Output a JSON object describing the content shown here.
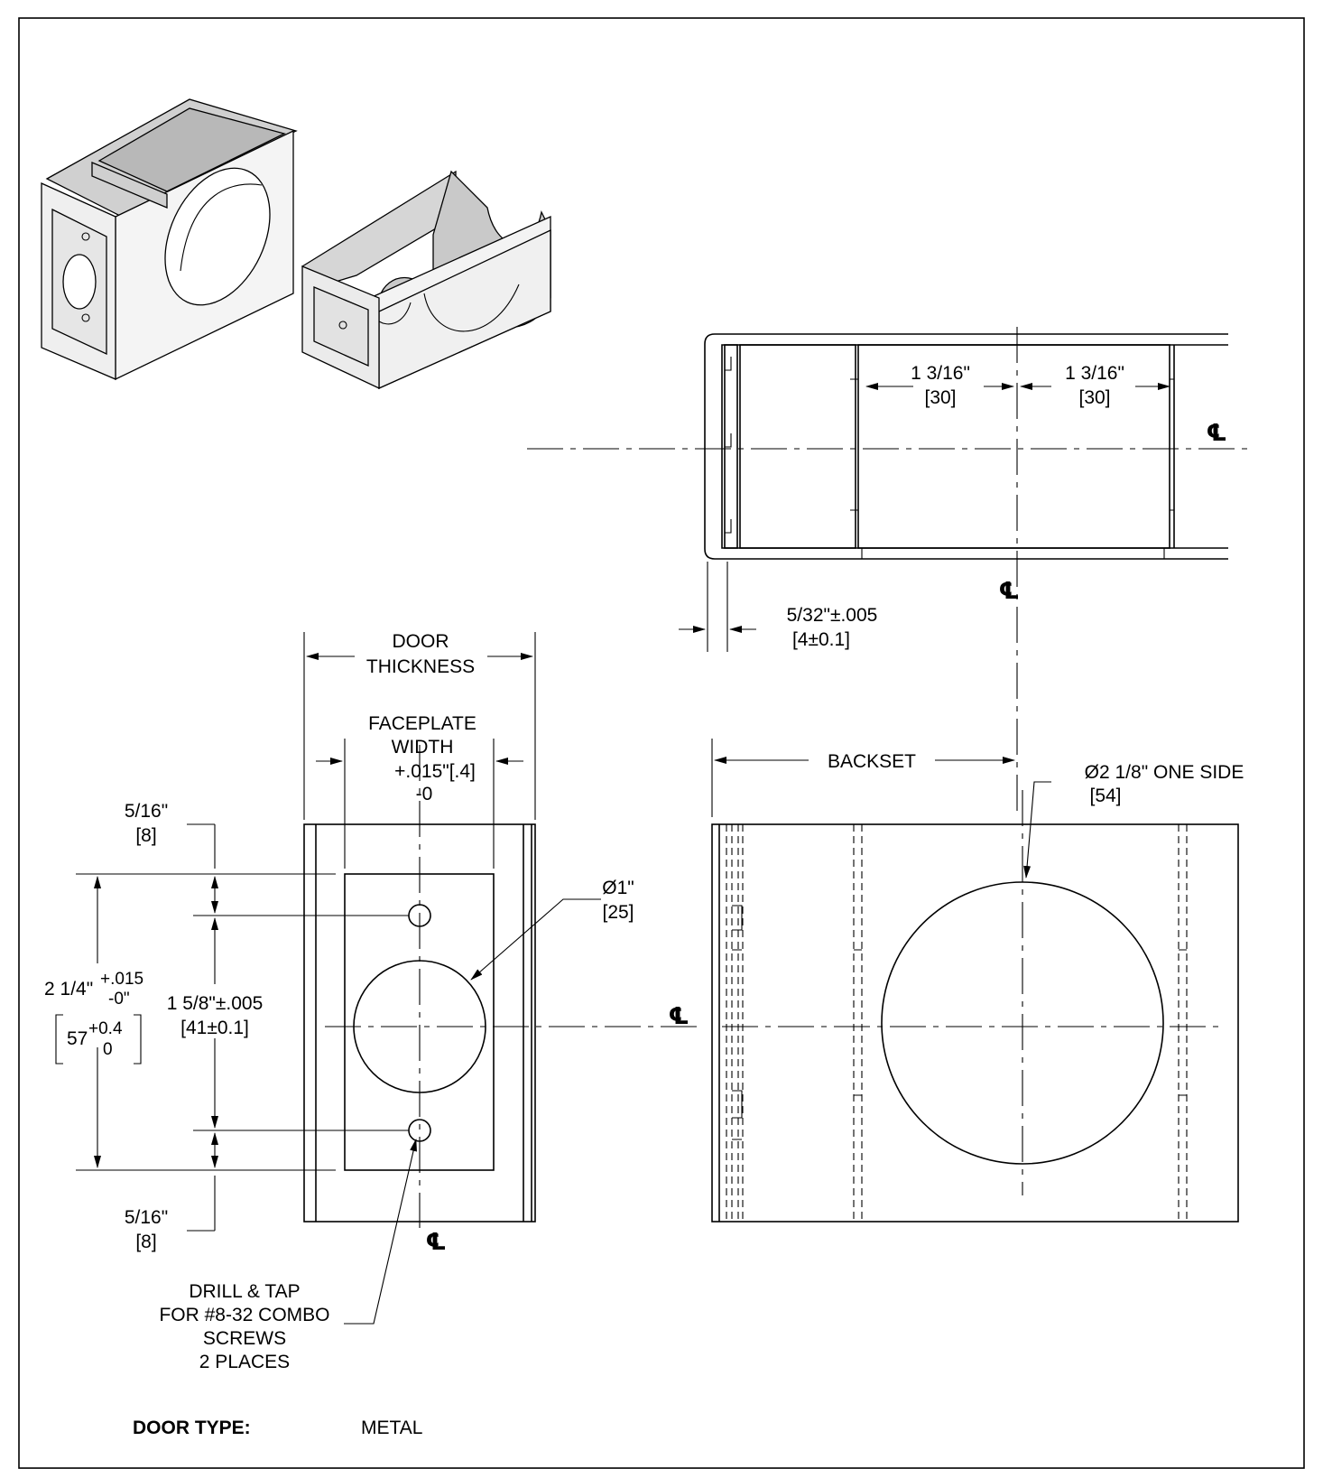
{
  "dimensions": {
    "rib_left": "1 3/16\"",
    "rib_left_mm": "[30]",
    "rib_right": "1 3/16\"",
    "rib_right_mm": "[30]",
    "wall": "5/32\"±.005",
    "wall_mm": "[4±0.1]",
    "door_thickness_1": "DOOR",
    "door_thickness_2": "THICKNESS",
    "faceplate_1": "FACEPLATE",
    "faceplate_2": "WIDTH",
    "faceplate_tol_plus": "+.015\"[.4]",
    "faceplate_tol_minus": "-0",
    "backset": "BACKSET",
    "bore_dia": "Ø2 1/8\" ONE SIDE",
    "bore_dia_mm": "[54]",
    "hole_dia": "Ø1\"",
    "hole_dia_mm": "[25]",
    "top_offset": "5/16\"",
    "top_offset_mm": "[8]",
    "bottom_offset": "5/16\"",
    "bottom_offset_mm": "[8]",
    "height_main": "2 1/4\"",
    "height_tol_plus": "+.015",
    "height_tol_minus": "-0\"",
    "height_mm": "57",
    "height_mm_plus": "+0.4",
    "height_mm_minus": "0",
    "screw_spacing": "1 5/8\"±.005",
    "screw_spacing_mm": "[41±0.1]",
    "centerline": "℄"
  },
  "note": {
    "line1": "DRILL & TAP",
    "line2": "FOR #8-32 COMBO",
    "line3": "SCREWS",
    "line4": "2 PLACES"
  },
  "footer": {
    "door_type_label": "DOOR TYPE:",
    "door_type_value": "METAL"
  }
}
